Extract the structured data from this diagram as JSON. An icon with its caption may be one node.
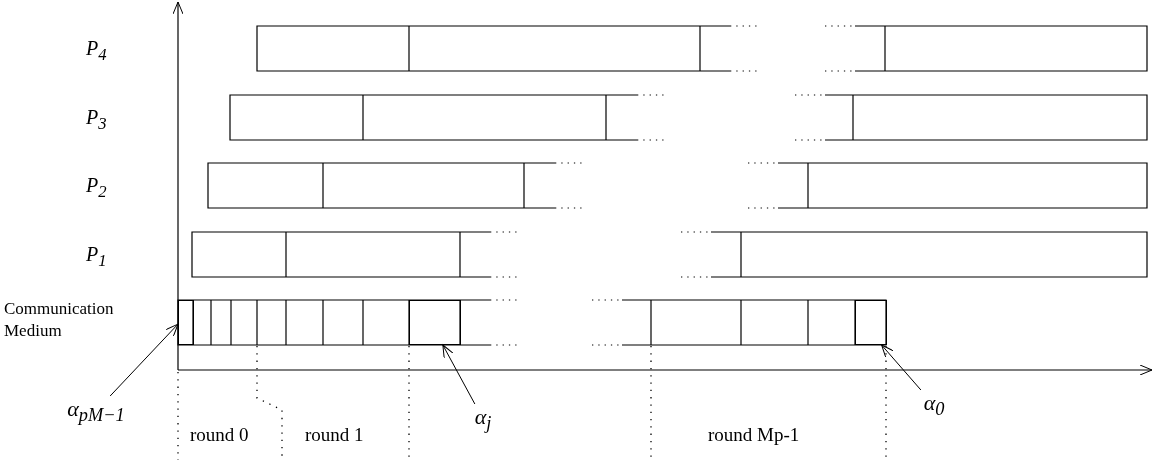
{
  "diagram": {
    "nodes": [
      {
        "text": [
          "α$_{pM−1}$"
        ]
      },
      {
        "text": [],
        "shape": "box"
      },
      {
        "text": [
          "α$_{j}$"
        ]
      },
      {
        "text": [],
        "shape": "box"
      },
      {
        "text": [
          "α$_{0}$"
        ]
      },
      {
        "text": [],
        "shape": "box"
      }
    ],
    "edges": [
      {
        "from": 0,
        "to": 1,
        "arrow": "to"
      },
      {
        "from": 2,
        "to": 3,
        "arrow": "to"
      },
      {
        "from": 4,
        "to": 5,
        "arrow": "to"
      }
    ],
    "labels": [
      "P$_{4}$",
      "P$_{3}$",
      "P$_{2}$",
      "P$_{1}$",
      "Communication Medium",
      "round 0",
      "round 1",
      "round Mp-1"
    ]
  }
}
